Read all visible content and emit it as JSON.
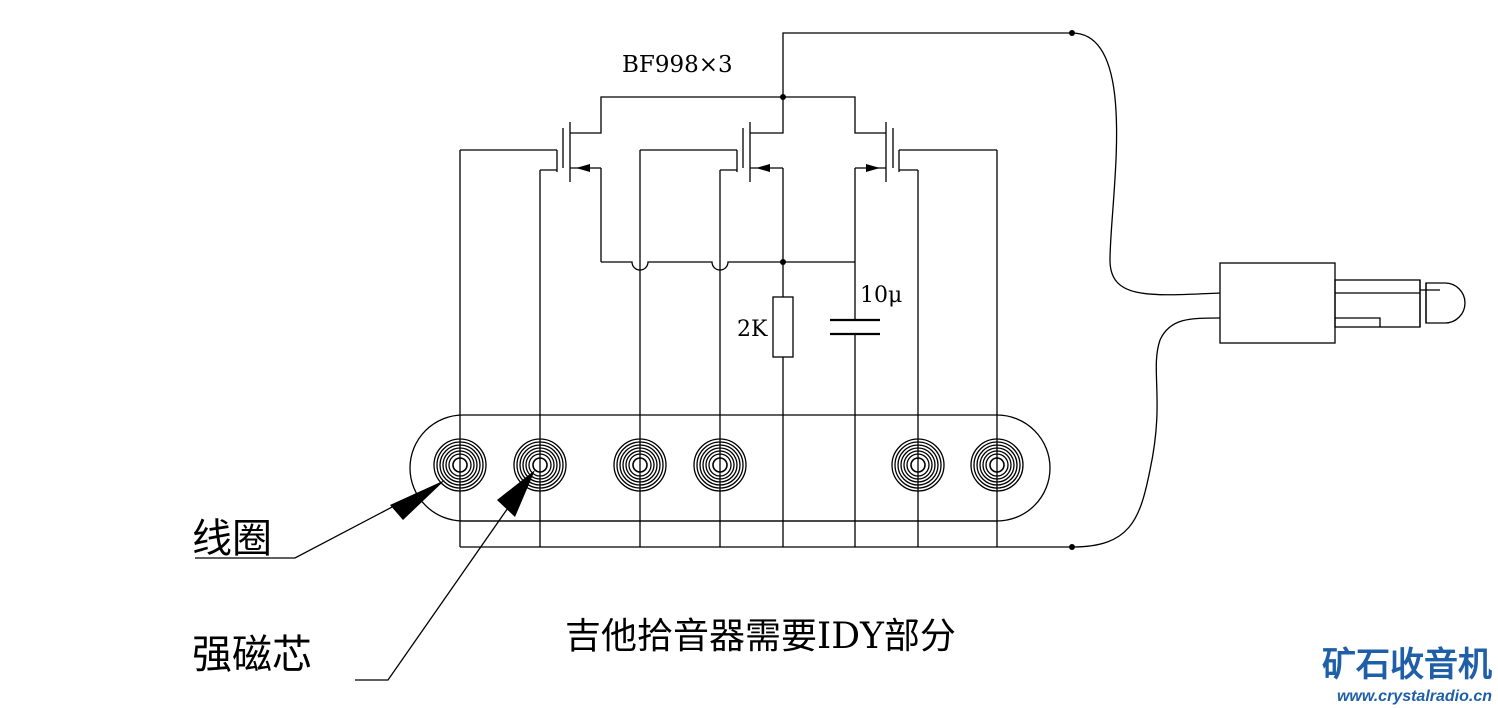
{
  "labels": {
    "transistor": "BF998×3",
    "capacitor": "10μ",
    "resistor": "2K",
    "coil": "线圈",
    "magnet": "强磁芯",
    "caption": "吉他拾音器需要IDY部分"
  },
  "watermark": {
    "brand": "矿石收音机",
    "url": "www.crystalradio.cn",
    "color": "#1f5fa8"
  }
}
